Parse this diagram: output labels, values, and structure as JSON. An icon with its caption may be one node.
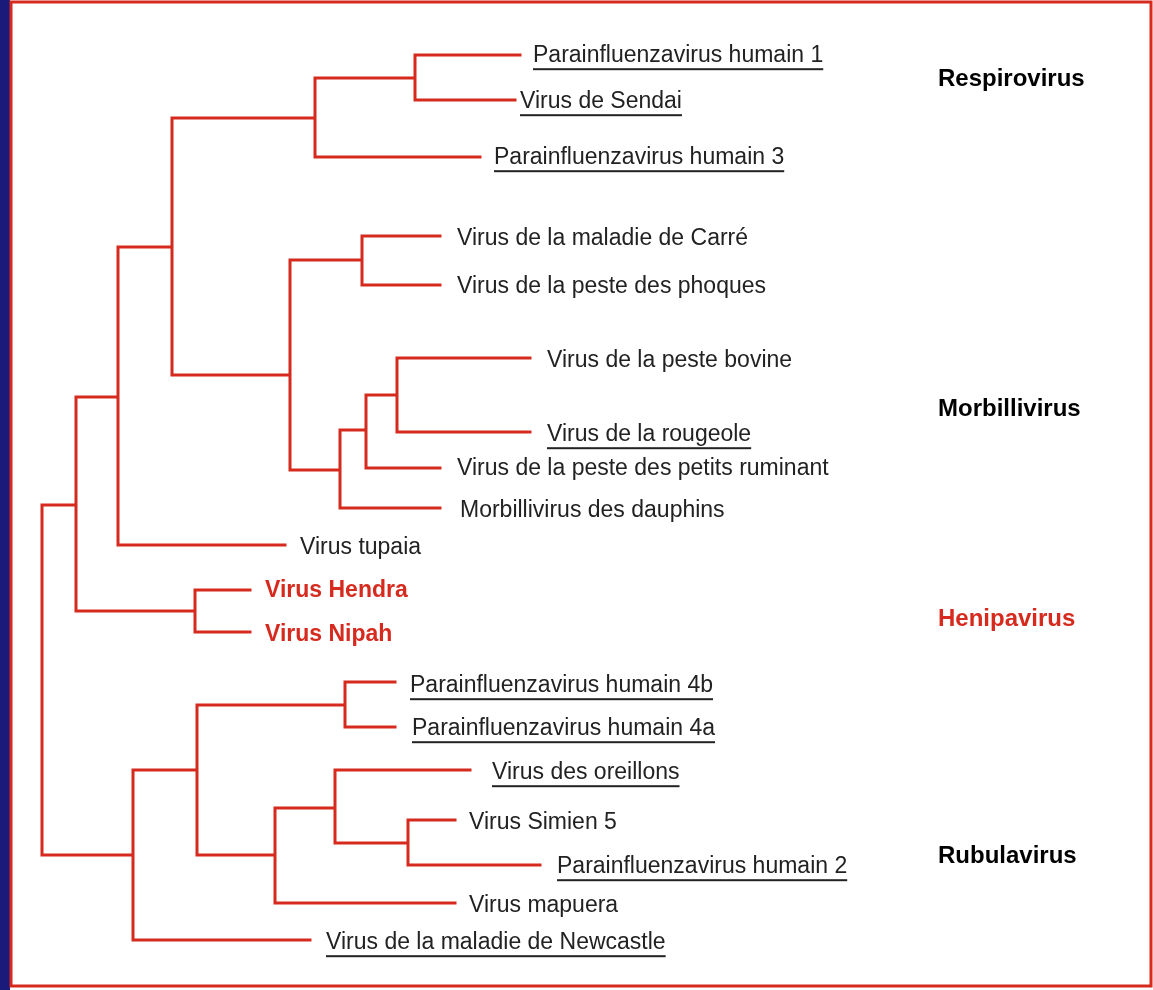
{
  "diagram": {
    "labels": [
      "Parainfluenzavirus humain 1",
      "Respirovirus",
      "Virus de Sendai",
      "Parainfluenzavirus humain 3",
      "Virus de la maladie de Carré",
      "Virus de la peste des phoques",
      "Virus de la peste bovine",
      "Morbillivirus",
      "Virus de la rougeole",
      "Virus de la peste des petits ruminant",
      "Morbillivirus des dauphins",
      "Virus tupaia",
      "Virus Hendra",
      "Henipavirus",
      "Virus Nipah",
      "Parainfluenzavirus humain 4b",
      "Parainfluenzavirus humain 4a",
      "Virus des oreillons",
      "Virus Simien 5",
      "Rubulavirus",
      "Parainfluenzavirus humain 2",
      "Virus mapuera",
      "Virus de la maladie de Newcastle"
    ]
  }
}
